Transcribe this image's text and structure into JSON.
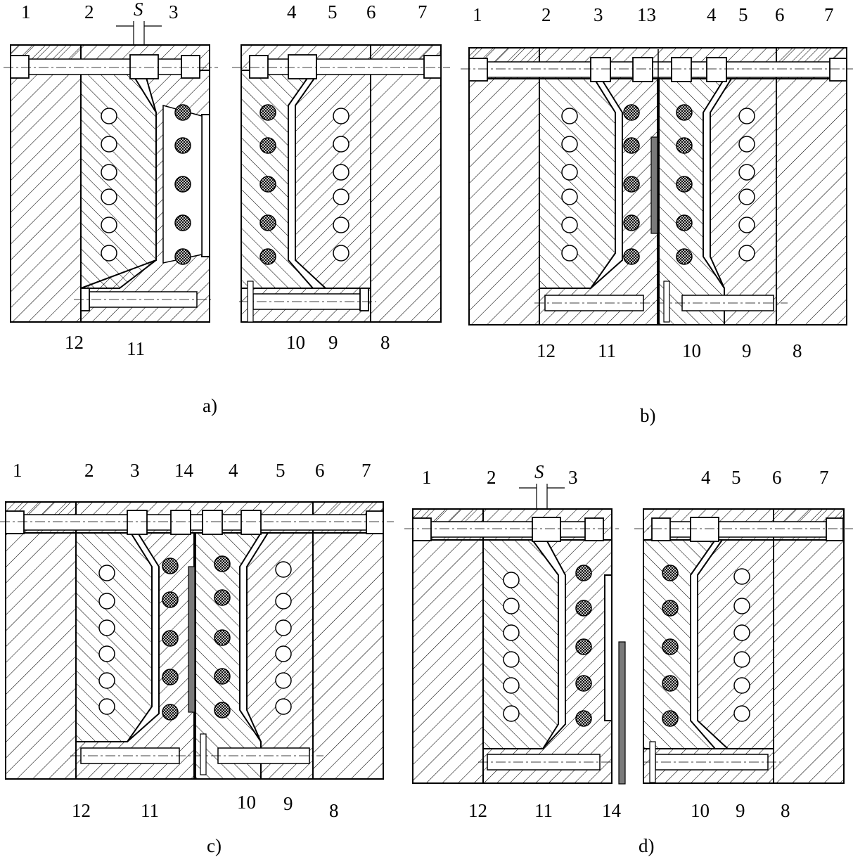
{
  "figure": {
    "panels": [
      {
        "id": "a",
        "caption": "a)",
        "gap_label": "S",
        "labels": [
          "1",
          "2",
          "3",
          "4",
          "5",
          "6",
          "7",
          "8",
          "9",
          "10",
          "11",
          "12"
        ]
      },
      {
        "id": "b",
        "caption": "b)",
        "labels": [
          "1",
          "2",
          "3",
          "13",
          "4",
          "5",
          "6",
          "7",
          "8",
          "9",
          "10",
          "11",
          "12"
        ]
      },
      {
        "id": "c",
        "caption": "c)",
        "labels": [
          "1",
          "2",
          "3",
          "14",
          "4",
          "5",
          "6",
          "7",
          "8",
          "9",
          "10",
          "11",
          "12"
        ]
      },
      {
        "id": "d",
        "caption": "d)",
        "gap_label": "S",
        "labels": [
          "1",
          "2",
          "3",
          "4",
          "5",
          "6",
          "7",
          "8",
          "9",
          "10",
          "11",
          "12",
          "14"
        ]
      }
    ]
  },
  "colors": {
    "line": "#000000",
    "fill": "#ffffff",
    "plate": "#7a7a7a"
  }
}
